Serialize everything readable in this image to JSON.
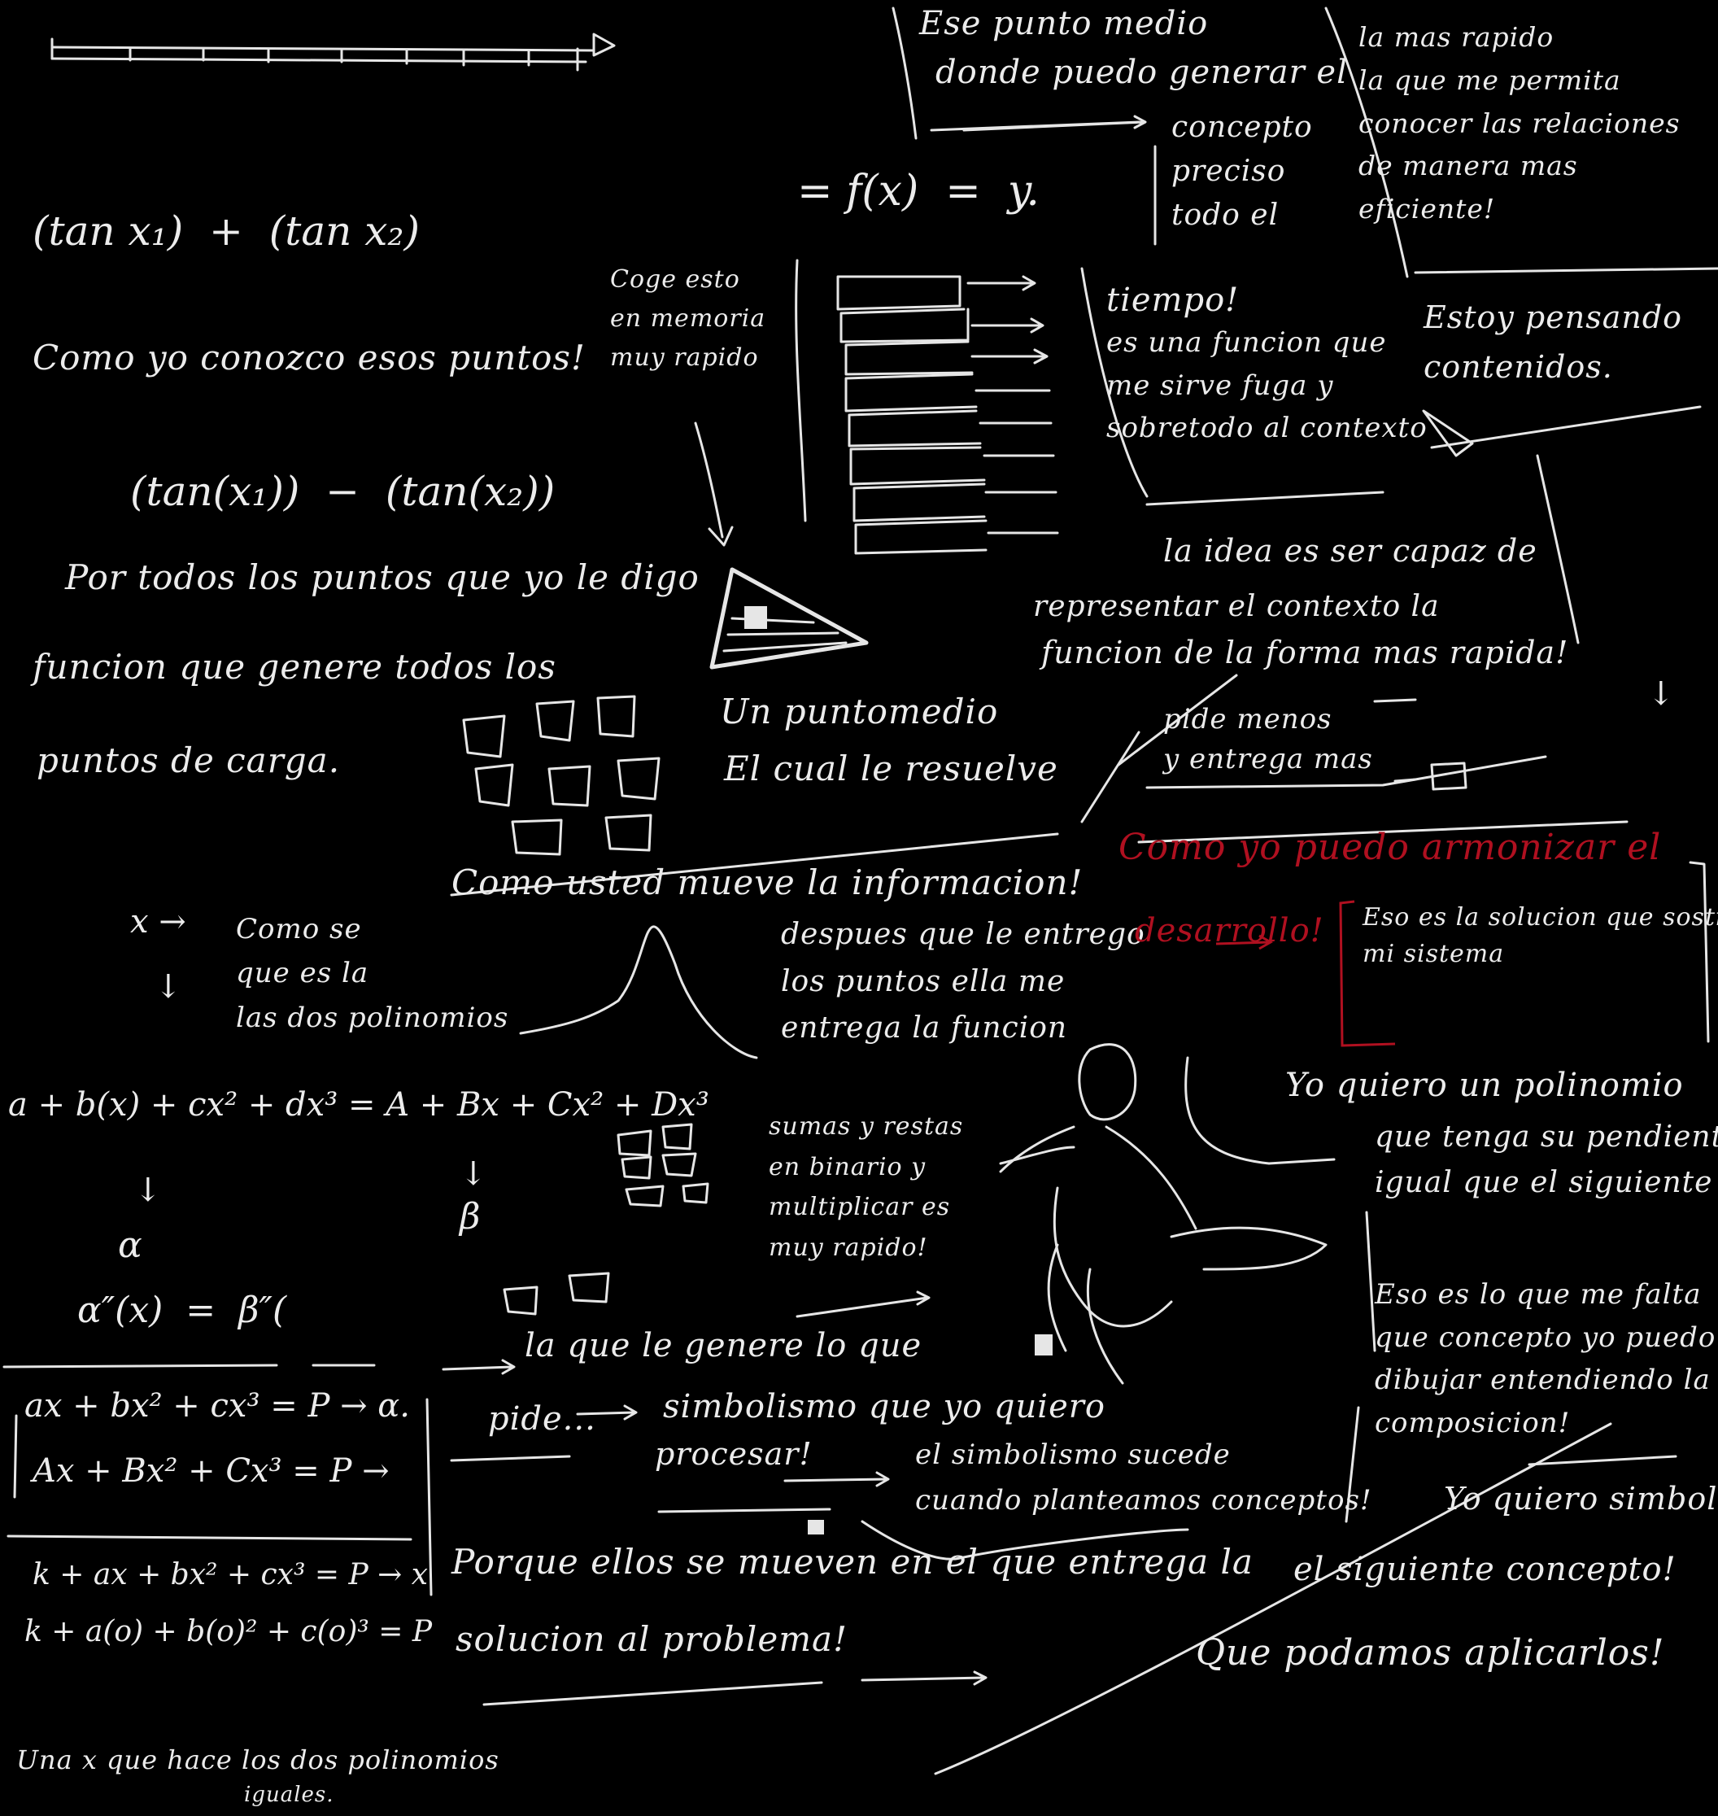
{
  "colors": {
    "background": "#000000",
    "chalk": "#ececec",
    "accent_red": "#b01020"
  },
  "notes": {
    "a": "Ese punto medio",
    "b": "donde puedo generar el",
    "c": "concepto\npreciso\ntodo el",
    "d": "tiempo!",
    "e": "es una funcion que\nme sirve fuga y\nsobretodo al contexto",
    "f": "la mas rapido\nla que me permita\nconocer las relaciones\nde manera mas\neficiente!",
    "g": "Estoy pensando\ncontenidos.",
    "h": "la idea es ser capaz de",
    "i": "representar el contexto la",
    "j": "funcion de la forma mas rapida!",
    "k": "pide menos\ny entrega mas",
    "l": "Como yo conozco esos puntos!",
    "m": "Por todos los puntos que yo le digo",
    "n": "funcion que genere todos los",
    "o": "puntos de carga.",
    "p": "Coge esto\nen memoria\nmuy rapido",
    "q": "Un puntomedio",
    "r": "El cual le resuelve",
    "s": "Como usted mueve la informacion!",
    "t": "despues que le entrego\nlos puntos ella me\nentrega la funcion",
    "u": "Como se\nque es la\nlas dos polinomios",
    "v": "sumas y restas\nen binario y\nmultiplicar es\nmuy rapido!",
    "w": "Como yo puedo armonizar el",
    "x": "desarrollo!",
    "y": "Eso es la solucion que sostiene\nmi sistema",
    "z": "Yo quiero un polinomio",
    "aa": "que tenga su pendiente\nigual que el siguiente",
    "ab": "Eso es lo que me falta\nque concepto yo puedo\ndibujar entendiendo la\ncomposicion!",
    "ac": "la que le genere lo que",
    "ad": "pide...",
    "ae": "simbolismo que yo quiero",
    "af": "procesar!",
    "ag": "el simbolismo sucede\ncuando planteamos conceptos!",
    "ah": "Porque ellos se mueven en el que entrega la",
    "ai": "solucion al problema!",
    "aj": "Yo quiero simbolizar",
    "ak": "el siguiente concepto!",
    "al": "Que podamos aplicarlos!",
    "am": "Una x que hace los dos polinomios",
    "an": "iguales."
  },
  "math": {
    "m1": "(tan x₁)  +  (tan x₂)",
    "m2": "= f(x)  =  y.",
    "m3": "(tan(x₁))  −  (tan(x₂))",
    "m4": "a + b(x) + cx² + dx³ = A + Bx + Cx² + Dx³",
    "m5": "α",
    "m6": "β",
    "m7": "α″(x)  =  β″(",
    "m8": "ax + bx² + cx³ = P → α.",
    "m9": "Ax + Bx² + Cx³ = P →",
    "m10": "k + ax + bx² + cx³ = P → x",
    "m11": "k + a(o) + b(o)² + c(o)³ = P",
    "m12": "x →",
    "m13": "↓",
    "m14": "↓",
    "m15": "↓",
    "m16": "↓"
  }
}
